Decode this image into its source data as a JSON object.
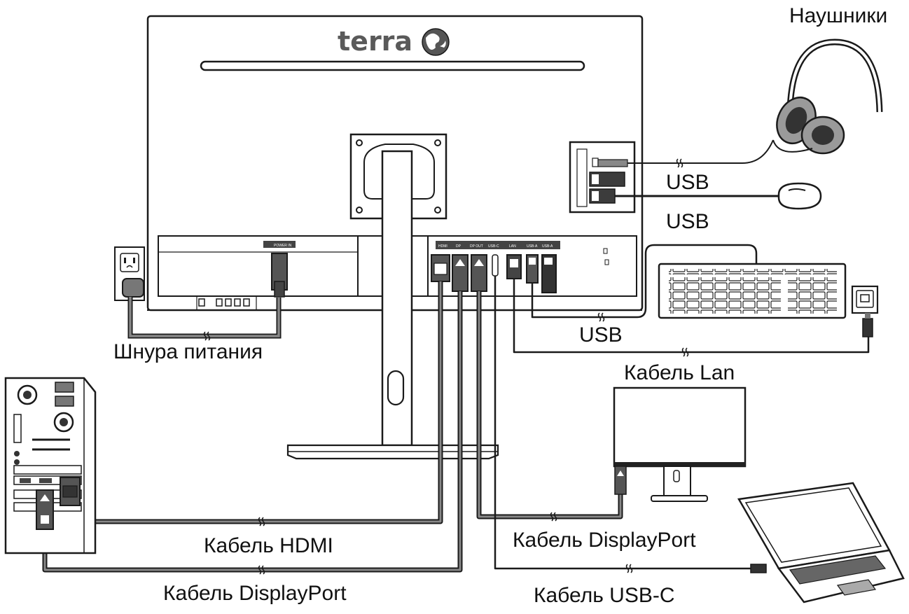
{
  "brand": {
    "text": "terra"
  },
  "labels": {
    "headphones": "Наушники",
    "usb_mouse": "USB",
    "usb_keyboard": "USB",
    "usb_bottom": "USB",
    "power_cord": "Шнура питания",
    "lan_cable": "Кабель Lan",
    "hdmi_cable": "Кабель HDMI",
    "dp_cable_monitor": "Кабель DisplayPort",
    "dp_cable_pc": "Кабель DisplayPort",
    "usbc_cable": "Кабель USB-C"
  },
  "ports": {
    "power": "POWER IN",
    "hdmi": "HDMI",
    "dp": "DP",
    "dp_out": "DP OUT",
    "usb_c": "USB-C",
    "lan": "LAN",
    "usb_a1": "USB-A",
    "usb_a2": "USB-A"
  },
  "colors": {
    "line": "#1a1a1a",
    "cable": "#555555",
    "fill_dark": "#333333",
    "fill_grey": "#9a9a9a"
  }
}
